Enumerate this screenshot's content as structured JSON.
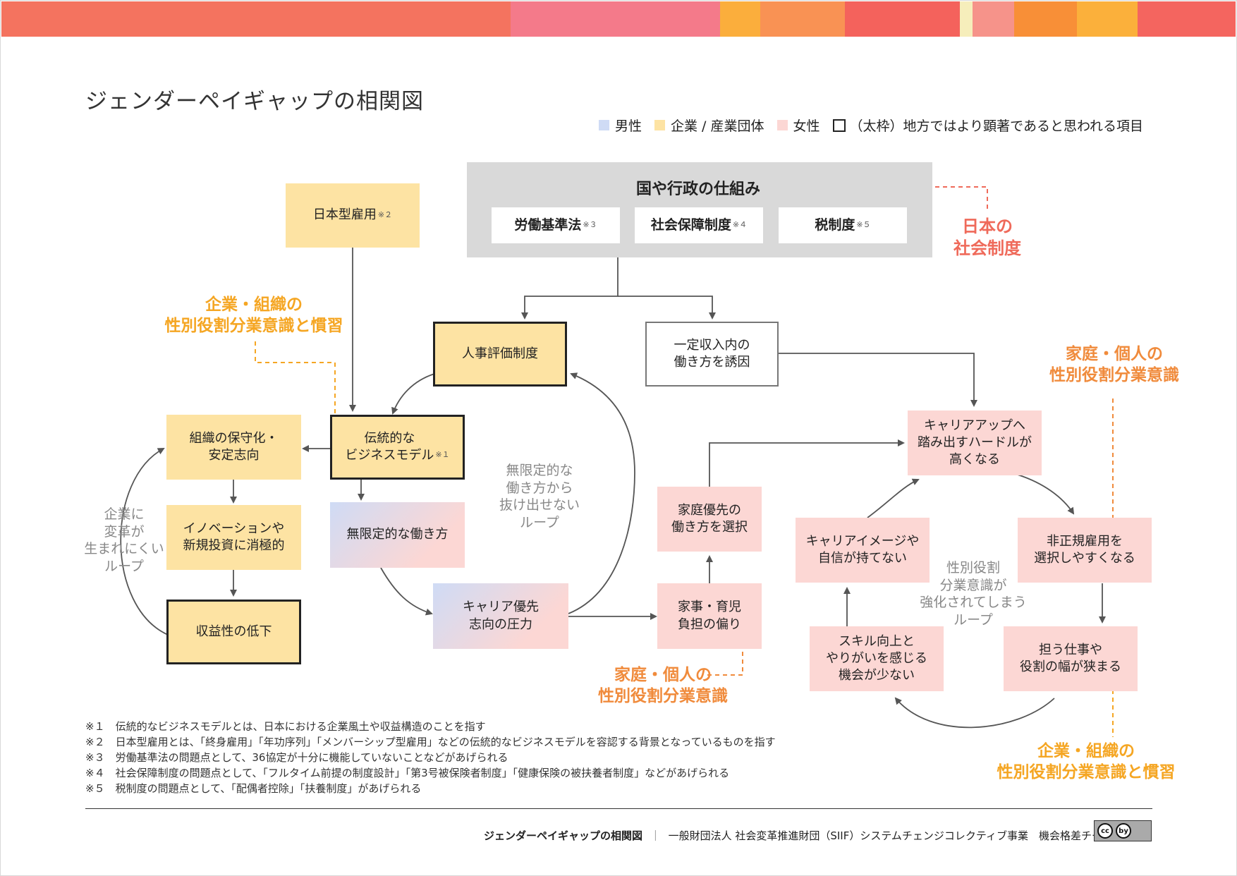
{
  "title": "ジェンダーペイギャップの相関図",
  "legend": {
    "items": [
      {
        "label": "男性",
        "color": "#cfdbf5"
      },
      {
        "label": "企業 / 産業団体",
        "color": "#fde3a3"
      },
      {
        "label": "女性",
        "color": "#fcd7d4"
      }
    ],
    "outline_label": "（太枠）地方ではより顕著であると思われる項目"
  },
  "government": {
    "title": "国や行政の仕組み",
    "laws": [
      {
        "label": "労働基準法",
        "note": "※３"
      },
      {
        "label": "社会保障制度",
        "note": "※４"
      },
      {
        "label": "税制度",
        "note": "※５"
      }
    ]
  },
  "nodes": {
    "japan_employment": {
      "label": "日本型雇用",
      "note": "※２"
    },
    "hr_eval": "人事評価制度",
    "income_limit": "一定収入内の\n働き方を誘因",
    "traditional_bm": {
      "label": "伝統的な\nビジネスモデル",
      "note": "※１"
    },
    "conservatism": "組織の保守化・\n安定志向",
    "innovation": "イノベーションや\n新規投資に消極的",
    "profit_decline": "収益性の低下",
    "unlimited_work": "無限定的な働き方",
    "career_pressure": "キャリア優先\n志向の圧力",
    "family_first": "家庭優先の\n働き方を選択",
    "housework": "家事・育児\n負担の偏り",
    "career_hurdle": "キャリアアップへ\n踏み出すハードルが\n高くなる",
    "non_regular": "非正規雇用を\n選択しやすくなる",
    "narrow_role": "担う仕事や\n役割の幅が狭まる",
    "few_skill": "スキル向上と\nやりがいを感じる\n機会が少ない",
    "career_image": "キャリアイメージや\n自信が持てない"
  },
  "labels": {
    "corp_org_top": "企業・組織の\n性別役割分業意識と慣習",
    "japan_social": "日本の\n社会制度",
    "family_top_right": "家庭・個人の\n性別役割分業意識",
    "family_bottom": "家庭・個人の\n性別役割分業意識",
    "corp_org_bottom": "企業・組織の\n性別役割分業意識と慣習"
  },
  "loops": {
    "corp_loop": "企業に\n変革が\n生まれにくい\nループ",
    "unlimited_loop": "無限定的な\n働き方から\n抜け出せない\nループ",
    "gender_loop": "性別役割\n分業意識が\n強化されてしまう\nループ"
  },
  "notes": [
    "※１　伝統的なビジネスモデルとは、日本における企業風土や収益構造のことを指す",
    "※２　日本型雇用とは、「終身雇用」「年功序列」「メンバーシップ型雇用」などの伝統的なビジネスモデルを容認する背景となっているものを指す",
    "※３　労働基準法の問題点として、36協定が十分に機能していないことなどがあげられる",
    "※４　社会保障制度の問題点として、「フルタイム前提の制度設計」「第3号被保険者制度」「健康保険の被扶養者制度」などがあげられる",
    "※５　税制度の問題点として、「配偶者控除」「扶養制度」があげられる"
  ],
  "footer": {
    "title": "ジェンダーペイギャップの相関図",
    "separator": "｜",
    "org": "一般財団法人 社会変革推進財団（SIIF）システムチェンジコレクティブ事業　機会格差チーム",
    "license_badge": [
      "cc",
      "by"
    ]
  },
  "colors": {
    "topbar": [
      "#f4735f",
      "#f47a8a",
      "#fbae3c",
      "#f99254",
      "#f4625c",
      "#f6eebb",
      "#f6938a",
      "#f88f37",
      "#fbb03b",
      "#f4655f"
    ],
    "accent_yellow": "#f5a623",
    "accent_orange": "#f08b3c",
    "accent_red": "#ef6a5a"
  }
}
